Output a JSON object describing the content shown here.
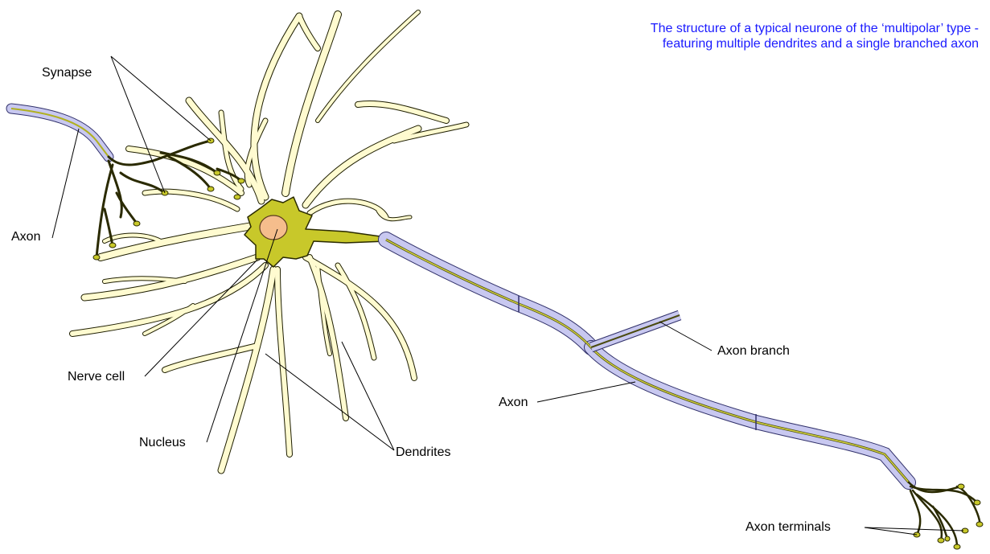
{
  "caption": {
    "line1": "The structure of a typical neurone of the ‘multipolar’ type -",
    "line2": "featuring multiple dendrites and a single branched axon"
  },
  "labels": {
    "synapse": "Synapse",
    "axon_left": "Axon",
    "nerve_cell": "Nerve cell",
    "nucleus": "Nucleus",
    "dendrites": "Dendrites",
    "axon_branch": "Axon branch",
    "axon_mid": "Axon",
    "axon_terminals": "Axon terminals"
  },
  "colors": {
    "dendrite_fill": "#fffbd0",
    "dendrite_outline": "#1e1e00",
    "cell_body": "#c8c82a",
    "nucleus": "#f5bd8c",
    "myelin": "#c8c8f0",
    "myelin_outline": "#30306a",
    "axon_core": "#b0b020",
    "caption": "#1a1aff"
  }
}
